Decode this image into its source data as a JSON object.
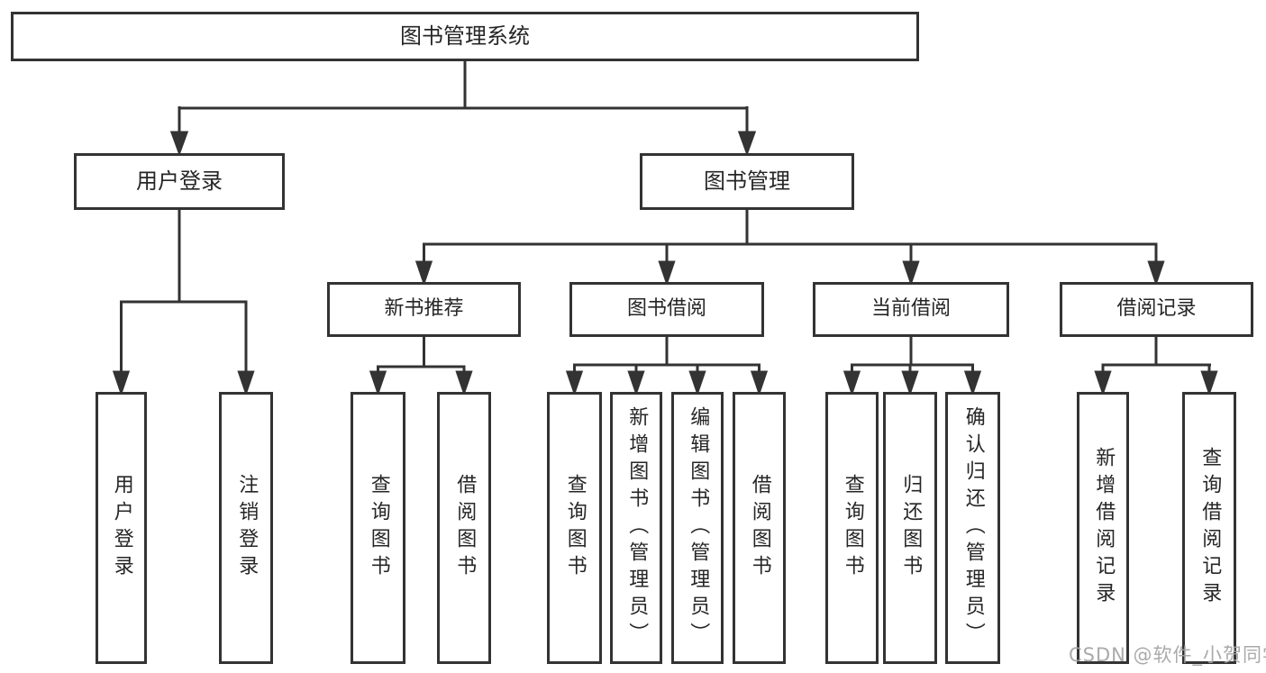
{
  "tree": {
    "root": {
      "label": "图书管理系统",
      "children": [
        {
          "label": "用户登录",
          "children": [
            {
              "label": "用户登录"
            },
            {
              "label": "注销登录"
            }
          ]
        },
        {
          "label": "图书管理",
          "children": [
            {
              "label": "新书推荐",
              "children": [
                {
                  "label": "查询图书"
                },
                {
                  "label": "借阅图书"
                }
              ]
            },
            {
              "label": "图书借阅",
              "children": [
                {
                  "label": "查询图书"
                },
                {
                  "label": "新增图书（管理员）"
                },
                {
                  "label": "编辑图书（管理员）"
                },
                {
                  "label": "借阅图书"
                }
              ]
            },
            {
              "label": "当前借阅",
              "children": [
                {
                  "label": "查询图书"
                },
                {
                  "label": "归还图书"
                },
                {
                  "label": "确认归还（管理员）"
                }
              ]
            },
            {
              "label": "借阅记录",
              "children": [
                {
                  "label": "新增借阅记录"
                },
                {
                  "label": "查询借阅记录"
                }
              ]
            }
          ]
        }
      ]
    }
  },
  "watermark": {
    "text": "CSDN @软件_小贺同学"
  },
  "colors": {
    "line": "#333333",
    "text": "#262626",
    "watermark": "#a3a3a3",
    "background": "#ffffff"
  }
}
